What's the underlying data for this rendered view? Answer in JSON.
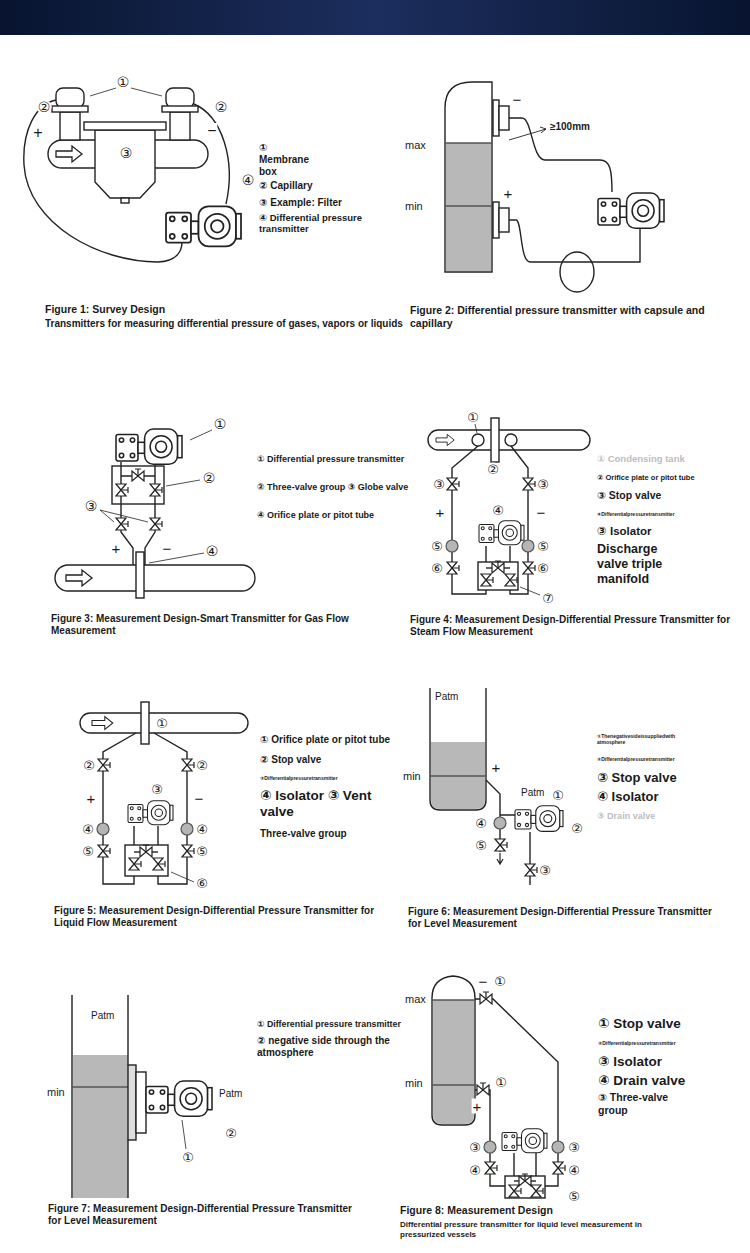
{
  "diagram": {
    "labels": [
      "①",
      "②",
      "②",
      "+",
      "−",
      "③",
      "④",
      "① Membrane box",
      "② Capillary",
      "③ Example: Filter",
      "④ Differential pressure transmitter",
      "Figure 1: Survey Design",
      "Transmitters for measuring differential pressure of gases, vapors or liquids",
      "−",
      "≥100mm",
      "max",
      "min",
      "+",
      "Figure 2: Differential pressure transmitter with capsule and capillary",
      "①",
      "②",
      "③",
      "+",
      "−",
      "④",
      "① Differential pressure transmitter",
      "② Three-valve group ③ Globe valve",
      "④ Orifice plate or pitot tube",
      "Figure 3: Measurement Design-Smart Transmitter for Gas Flow Measurement",
      "①",
      "②",
      "③",
      "③",
      "+",
      "−",
      "④",
      "⑤",
      "⑤",
      "⑥",
      "⑥",
      "⑦",
      "① Condensing tank",
      "② Orifice plate or pitot tube",
      "③ Stop valve",
      "④Differentialpressuretransmitter",
      "③ Isolator",
      "Discharge valve triple manifold",
      "Figure 4: Measurement Design-Differential Pressure Transmitter for Steam Flow Measurement",
      "①",
      "②",
      "②",
      "③",
      "+",
      "−",
      "④",
      "④",
      "⑤",
      "⑤",
      "⑥",
      "① Orifice plate or pitot tube",
      "② Stop valve",
      "③Differentialpressuretransmitter",
      "④ Isolator ③ Vent valve",
      "Three-valve group",
      "Figure 5: Measurement Design-Differential Pressure Transmitter for Liquid Flow Measurement",
      "Patm",
      "min",
      "+",
      "Patm",
      "①",
      "②",
      "④",
      "⑤",
      "③",
      "①Thenegativesideissuppliedwith atmosphere",
      "②Differentialpressuretransmitter",
      "③ Stop valve",
      "④ Isolator",
      "③ Drain valve",
      "Figure 6: Measurement Design-Differential Pressure Transmitter for Level Measurement",
      "Patm",
      "min",
      "Patm",
      "②",
      "①",
      "① Differential pressure transmitter",
      "② negative side through the atmosphere",
      "Figure 7: Measurement Design-Differential Pressure Transmitter for Level Measurement",
      "max",
      "−",
      "①",
      "min",
      "①",
      "+",
      "③",
      "③",
      "④",
      "④",
      "⑤",
      "① Stop valve",
      "②Differentialpressuretransmitter",
      "③ Isolator",
      "④ Drain valve",
      "③ Three-valve group",
      "Figure 8: Measurement Design",
      "Differential pressure transmitter for liquid level measurement in pressurized vessels"
    ]
  }
}
